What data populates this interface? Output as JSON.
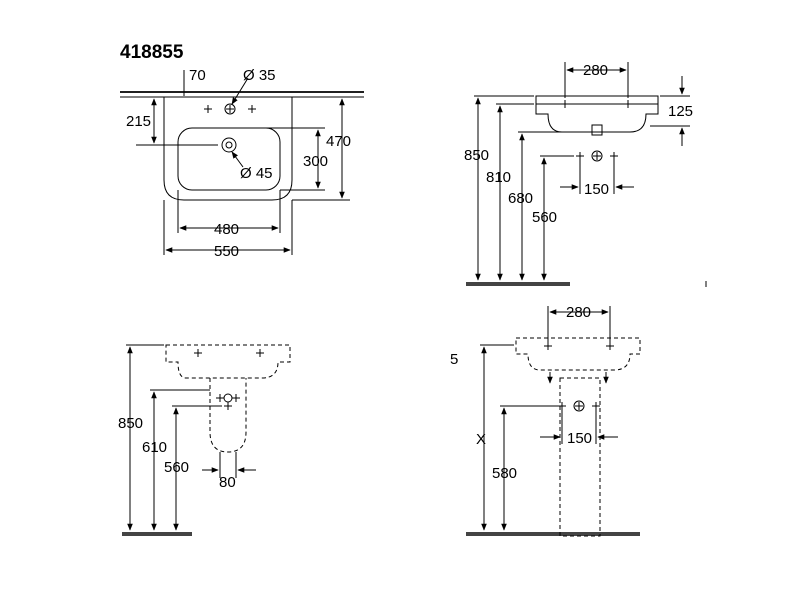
{
  "title": "418855",
  "top_view": {
    "d70": "70",
    "d_tap": "Ø 35",
    "d215": "215",
    "d470": "470",
    "d300": "300",
    "d_waste": "Ø 45",
    "d480": "480",
    "d550": "550"
  },
  "side_view": {
    "d280": "280",
    "d125": "125",
    "d850": "850",
    "d810": "810",
    "d680": "680",
    "d560": "560",
    "d150": "150"
  },
  "semi_pedestal_view": {
    "d850": "850",
    "d610": "610",
    "d560": "560",
    "d80": "80"
  },
  "pedestal_view": {
    "d280": "280",
    "d5": "5",
    "dX": "X",
    "d150": "150",
    "d580": "580"
  }
}
